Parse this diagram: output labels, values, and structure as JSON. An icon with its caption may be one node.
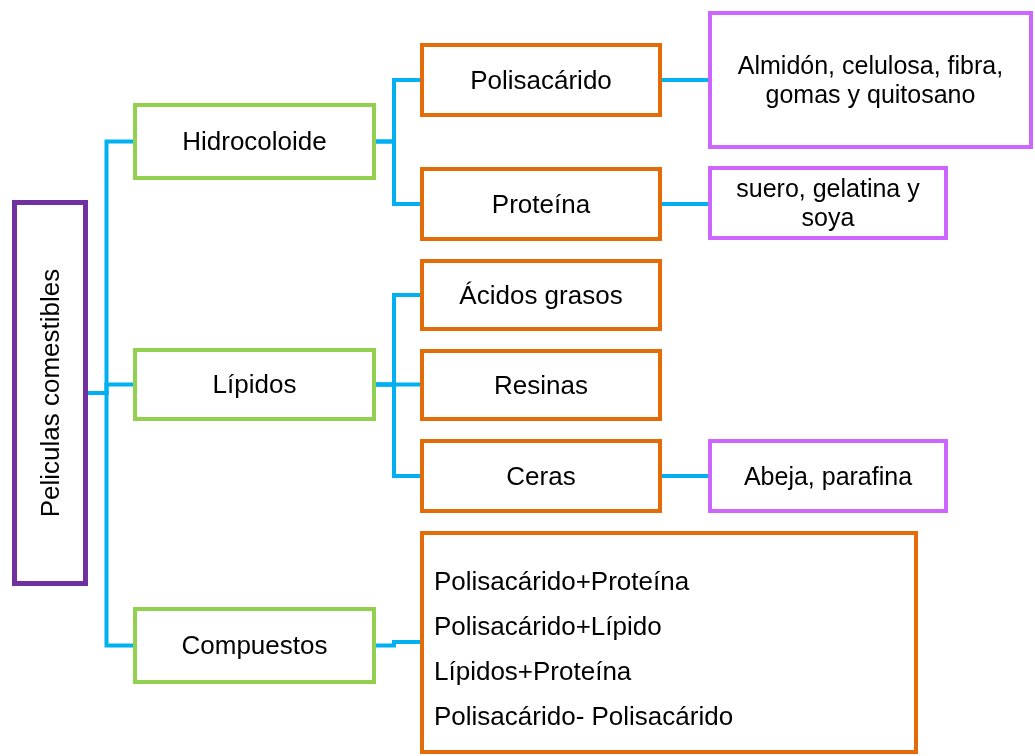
{
  "diagram": {
    "nodes": [
      {
        "text": [
          "Peliculas comestibles"
        ]
      },
      {
        "text": [
          "Hidrocoloide"
        ]
      },
      {
        "text": [
          "Lípidos"
        ]
      },
      {
        "text": [
          "Compuestos"
        ]
      },
      {
        "text": [
          "Polisacárido"
        ]
      },
      {
        "text": [
          "Proteína"
        ]
      },
      {
        "text": [
          "Ácidos grasos"
        ]
      },
      {
        "text": [
          "Resinas"
        ]
      },
      {
        "text": [
          "Ceras"
        ]
      },
      {
        "text": [
          "Polisacárido+Proteína",
          "Polisacárido+Lípido",
          "Lípidos+Proteína",
          "Polisacárido- Polisacárido"
        ]
      },
      {
        "text": [
          "Almidón, celulosa, fibra, gomas y quitosano"
        ]
      },
      {
        "text": [
          "suero, gelatina y soya"
        ]
      },
      {
        "text": [
          "Abeja, parafina"
        ]
      }
    ],
    "edges": [
      {
        "from": 0,
        "to": 1,
        "arrow": "none"
      },
      {
        "from": 0,
        "to": 2,
        "arrow": "none"
      },
      {
        "from": 0,
        "to": 3,
        "arrow": "none"
      },
      {
        "from": 1,
        "to": 4,
        "arrow": "none"
      },
      {
        "from": 1,
        "to": 5,
        "arrow": "none"
      },
      {
        "from": 2,
        "to": 6,
        "arrow": "none"
      },
      {
        "from": 2,
        "to": 7,
        "arrow": "none"
      },
      {
        "from": 2,
        "to": 8,
        "arrow": "none"
      },
      {
        "from": 3,
        "to": 9,
        "arrow": "none"
      },
      {
        "from": 4,
        "to": 10,
        "arrow": "none"
      },
      {
        "from": 5,
        "to": 11,
        "arrow": "none"
      },
      {
        "from": 8,
        "to": 12,
        "arrow": "none"
      }
    ]
  }
}
